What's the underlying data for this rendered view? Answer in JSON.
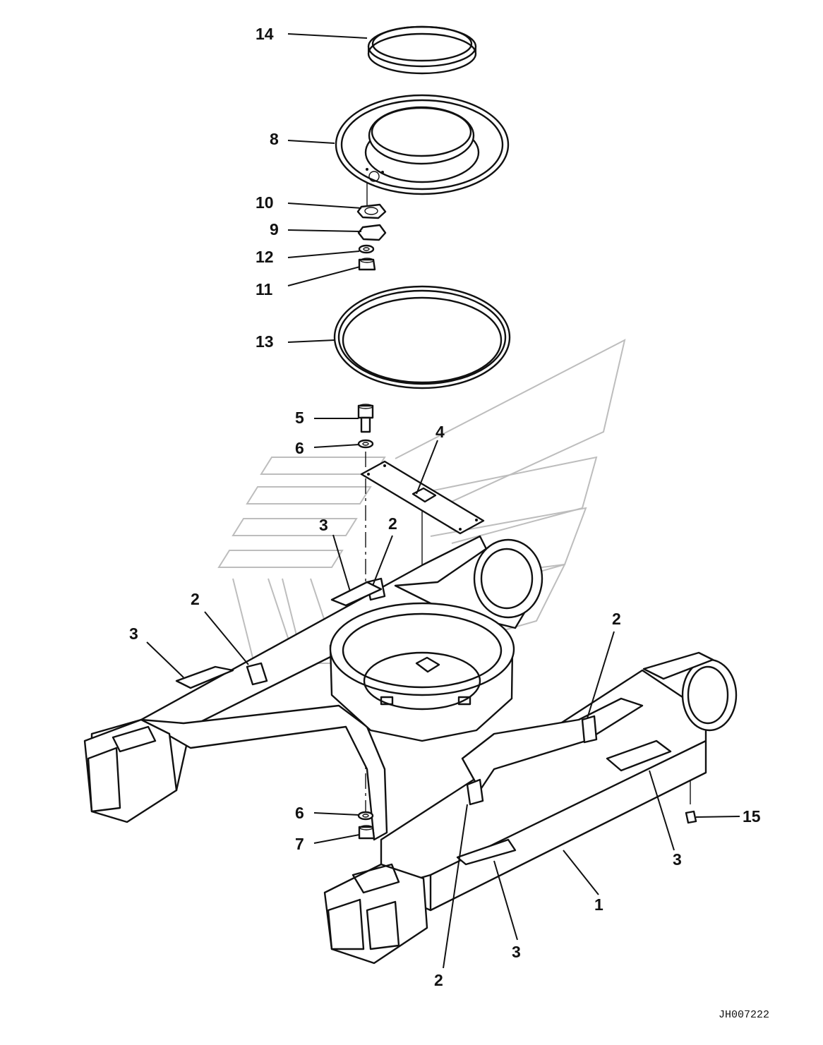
{
  "drawing_code": "JH007222",
  "callouts": [
    {
      "id": "c14",
      "label": "14"
    },
    {
      "id": "c8",
      "label": "8"
    },
    {
      "id": "c10",
      "label": "10"
    },
    {
      "id": "c9",
      "label": "9"
    },
    {
      "id": "c12",
      "label": "12"
    },
    {
      "id": "c11",
      "label": "11"
    },
    {
      "id": "c13",
      "label": "13"
    },
    {
      "id": "c5",
      "label": "5"
    },
    {
      "id": "c6a",
      "label": "6"
    },
    {
      "id": "c4",
      "label": "4"
    },
    {
      "id": "c3a",
      "label": "3"
    },
    {
      "id": "c2a",
      "label": "2"
    },
    {
      "id": "c2b",
      "label": "2"
    },
    {
      "id": "c3b",
      "label": "3"
    },
    {
      "id": "c2c",
      "label": "2"
    },
    {
      "id": "c6b",
      "label": "6"
    },
    {
      "id": "c7",
      "label": "7"
    },
    {
      "id": "c15",
      "label": "15"
    },
    {
      "id": "c3c",
      "label": "3"
    },
    {
      "id": "c1",
      "label": "1"
    },
    {
      "id": "c3d",
      "label": "3"
    },
    {
      "id": "c2d",
      "label": "2"
    }
  ]
}
